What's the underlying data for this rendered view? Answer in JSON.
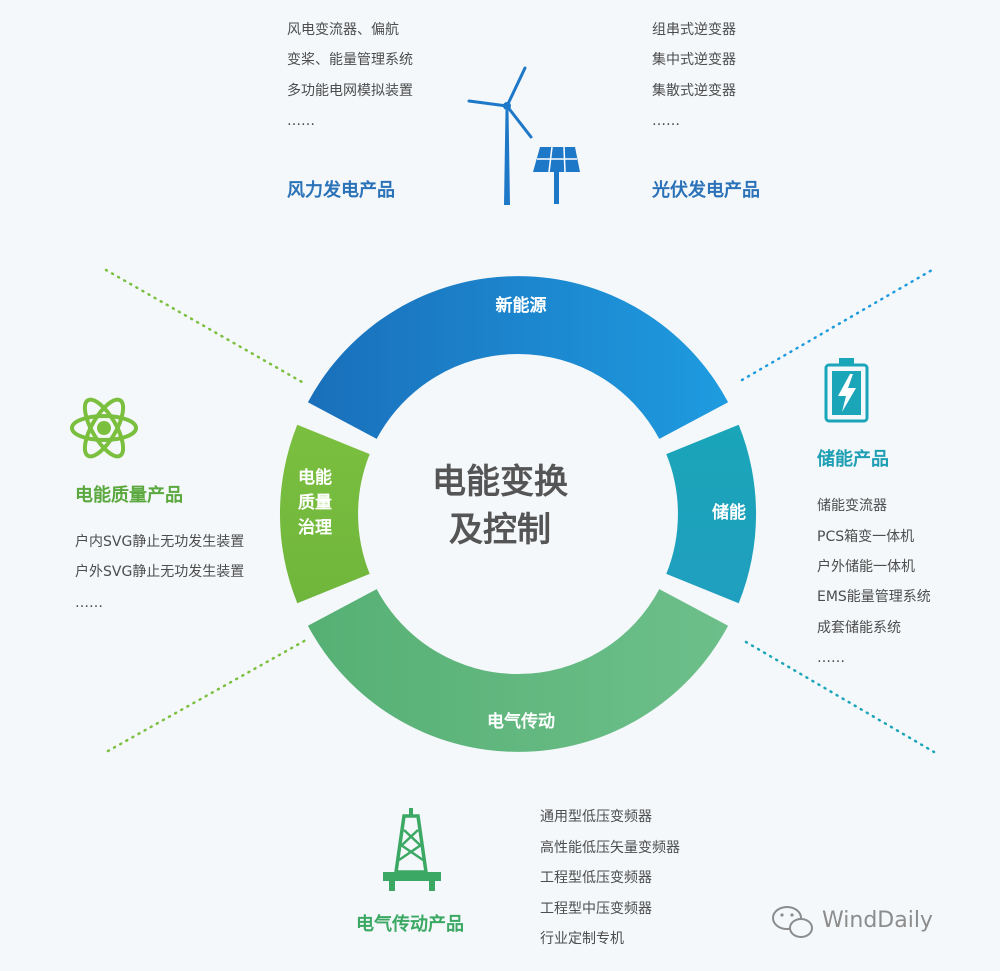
{
  "center": {
    "line1": "电能变换",
    "line2": "及控制"
  },
  "segments": {
    "top": "新能源",
    "right": "储能",
    "bottom": "电气传动",
    "left": {
      "line1": "电能",
      "line2": "质量",
      "line3": "治理"
    }
  },
  "wind": {
    "heading": "风力发电产品",
    "items": [
      "风电变流器、偏航",
      "变桨、能量管理系统",
      "多功能电网模拟装置",
      "……"
    ]
  },
  "solar": {
    "heading": "光伏发电产品",
    "items": [
      "组串式逆变器",
      "集中式逆变器",
      "集散式逆变器",
      "……"
    ]
  },
  "storage": {
    "heading": "储能产品",
    "items": [
      "储能变流器",
      "PCS箱变一体机",
      "户外储能一体机",
      "EMS能量管理系统",
      "成套储能系统",
      "……"
    ]
  },
  "quality": {
    "heading": "电能质量产品",
    "items": [
      "户内SVG静止无功发生装置",
      "户外SVG静止无功发生装置",
      "……"
    ]
  },
  "drive": {
    "heading": "电气传动产品",
    "items": [
      "通用型低压变频器",
      "高性能低压矢量变频器",
      "工程型低压变频器",
      "工程型中压变频器",
      "行业定制专机"
    ]
  },
  "watermark": "WindDaily",
  "colors": {
    "blue_dark": "#1a6fba",
    "blue_light": "#1e9be0",
    "teal": "#1aa5b8",
    "green_dark": "#4aa86a",
    "green_light": "#6dbf8a",
    "lime": "#7bbf3f",
    "lime_dark": "#5fa736",
    "heading_blue": "#2b72b8",
    "heading_teal": "#1f9fb3",
    "heading_green": "#5aa83e",
    "heading_green2": "#3ba864"
  },
  "icons": [
    "wind-turbine-icon",
    "solar-panel-icon",
    "battery-icon",
    "atom-icon",
    "oil-rig-icon",
    "wechat-icon"
  ]
}
